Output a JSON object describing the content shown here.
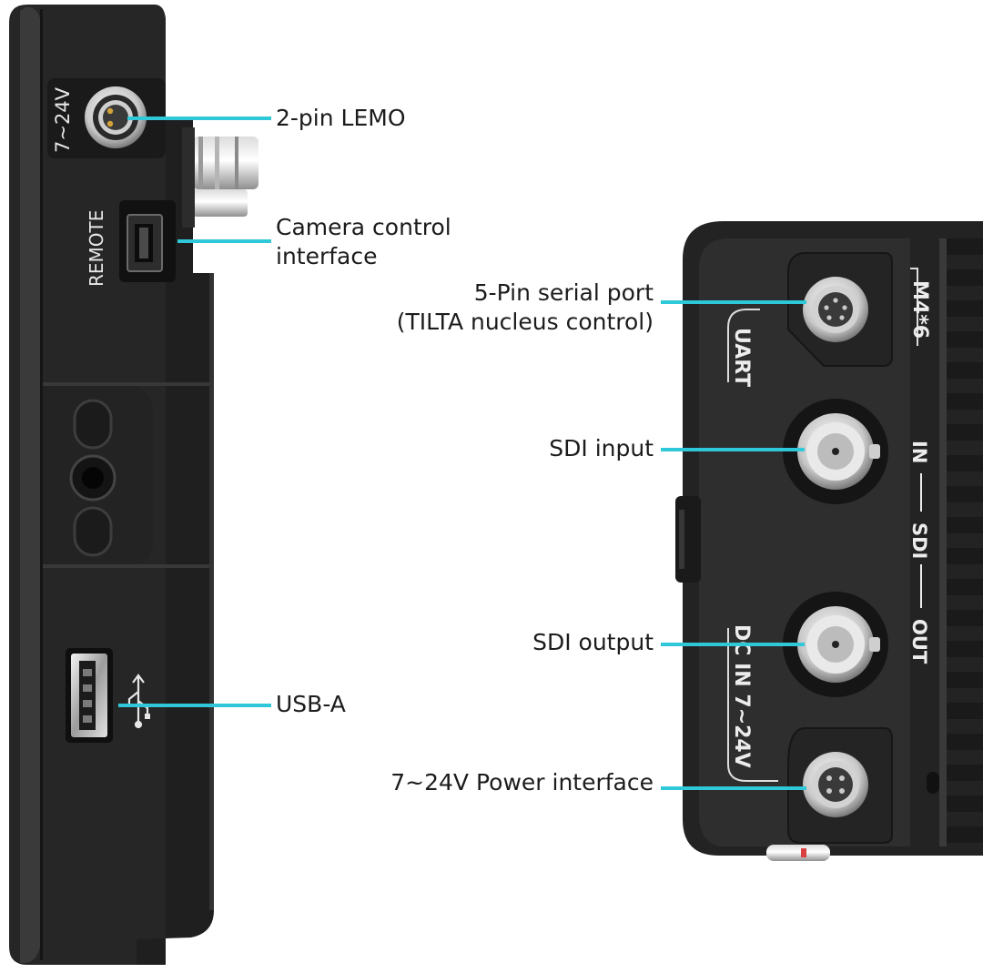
{
  "accent_color": "#2ec8d8",
  "device_markings": {
    "voltage": "7~24V",
    "remote": "REMOTE",
    "uart": "UART",
    "thread": "M4*6",
    "sdi_in": "IN",
    "sdi": "SDI",
    "sdi_out": "OUT",
    "dc_in": "DC IN 7~24V"
  },
  "callouts": {
    "lemo": {
      "text": "2-pin LEMO"
    },
    "camera_control": {
      "line1": "Camera control",
      "line2": "interface"
    },
    "usb": {
      "text": "USB-A"
    },
    "serial": {
      "line1": "5-Pin serial port",
      "line2": "(TILTA nucleus control)"
    },
    "sdi_input": {
      "text": "SDI input"
    },
    "sdi_output": {
      "text": "SDI output"
    },
    "power": {
      "text": "7~24V Power interface"
    }
  }
}
